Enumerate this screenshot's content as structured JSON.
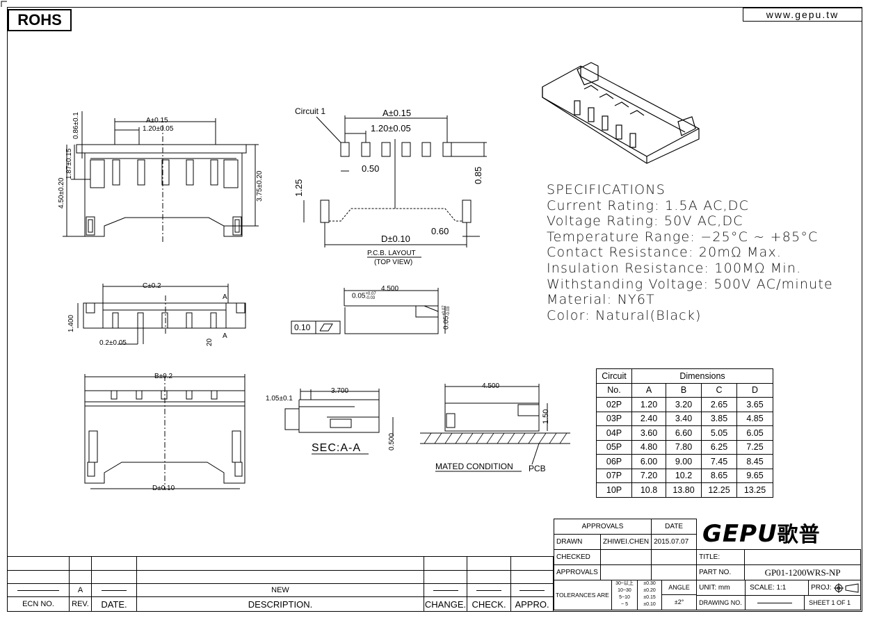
{
  "header": {
    "rohs": "ROHS",
    "website": "www.gepu.tw"
  },
  "drawing": {
    "circuit_label": "Circuit  1",
    "pcb_a": "A±0.15",
    "pcb_pitch": "1.20±0.05",
    "pcb_050": "0.50",
    "pcb_125": "1.25",
    "pcb_085": "0.85",
    "pcb_060": "0.60",
    "pcb_d": "D±0.10",
    "pcb_layout": "P.C.B. LAYOUT",
    "top_view": "(TOP VIEW)",
    "front_a": "A±0.15",
    "front_pitch": "1.20±0.05",
    "front_086": "0.86±0.1",
    "front_187": "1.87±0.15",
    "front_450": "4.50±0.20",
    "front_375": "3.75±0.20",
    "side_c": "C±0.2",
    "side_1400": "1.400",
    "side_02": "0.2±0.05",
    "side_20": "20",
    "side_a": "A",
    "sec_4500": "4.500",
    "sec_005": "0.05",
    "sec_tol_plus": "+0.07",
    "sec_tol_minus": "-0.03",
    "sec_005v": "0.05",
    "tol_box": "0.10",
    "bottom_b": "B±0.2",
    "bottom_d": "D±0.10",
    "secaa_3700": "3.700",
    "secaa_105": "1.05±0.1",
    "secaa_0500": "0.500",
    "secaa_label": "SEC:A-A",
    "mated_4500": "4.500",
    "mated_150": "1.50",
    "mated_label": "MATED CONDITION",
    "pcb": "PCB"
  },
  "specs": [
    "SPECIFICATIONS",
    "Current Rating: 1.5A AC,DC",
    "Voltage Rating: 50V AC,DC",
    "Temperature Range: −25°C ~ +85°C",
    "Contact Resistance: 20mΩ Max.",
    "Insulation Resistance: 100MΩ Min.",
    "Withstanding Voltage: 500V AC/minute",
    "Material: NY6T",
    "Color: Natural(Black)"
  ],
  "dimensions_table": {
    "h_circuit": "Circuit",
    "h_no": "No.",
    "h_dimensions": "Dimensions",
    "cols": [
      "A",
      "B",
      "C",
      "D"
    ],
    "rows": [
      [
        "02P",
        "1.20",
        "3.20",
        "2.65",
        "3.65"
      ],
      [
        "03P",
        "2.40",
        "3.40",
        "3.85",
        "4.85"
      ],
      [
        "04P",
        "3.60",
        "6.60",
        "5.05",
        "6.05"
      ],
      [
        "05P",
        "4.80",
        "7.80",
        "6.25",
        "7.25"
      ],
      [
        "06P",
        "6.00",
        "9.00",
        "7.45",
        "8.45"
      ],
      [
        "07P",
        "7.20",
        "10.2",
        "8.65",
        "9.65"
      ],
      [
        "10P",
        "10.8",
        "13.80",
        "12.25",
        "13.25"
      ]
    ]
  },
  "title_block": {
    "approvals": "APPROVALS",
    "date": "DATE",
    "drawn": "DRAWN",
    "drawn_by": "ZHIWEI.CHEN",
    "drawn_date": "2015.07.07",
    "checked": "CHECKED",
    "approvals2": "APPROVALS",
    "title": "TITLE:",
    "part_no_label": "PART NO.",
    "part_no": "GP01-1200WRS-NP",
    "tolerances": "TOLERANCES ARE",
    "tol_r1": "30~以上",
    "tol_r2": "10~30",
    "tol_r3": "5~10",
    "tol_r4": "~ 5",
    "tol_v1": "±0.30",
    "tol_v2": "±0.20",
    "tol_v3": "±0.15",
    "tol_v4": "±0.10",
    "angle": "ANGLE",
    "angle_val": "±2°",
    "unit": "UNIT:  mm",
    "scale": "SCALE:   1:1",
    "proj": "PROJ:",
    "drawing_no": "DRAWING NO.",
    "sheet": "SHEET   1  OF  1",
    "logo": "GEPU",
    "logo_cn": "歌普"
  },
  "revision_table": {
    "rev_a": "A",
    "new": "NEW",
    "ecn_no": "ECN NO.",
    "rev": "REV.",
    "date": "DATE.",
    "description": "DESCRIPTION.",
    "change": "CHANGE.",
    "check": "CHECK.",
    "appro": "APPRO."
  }
}
